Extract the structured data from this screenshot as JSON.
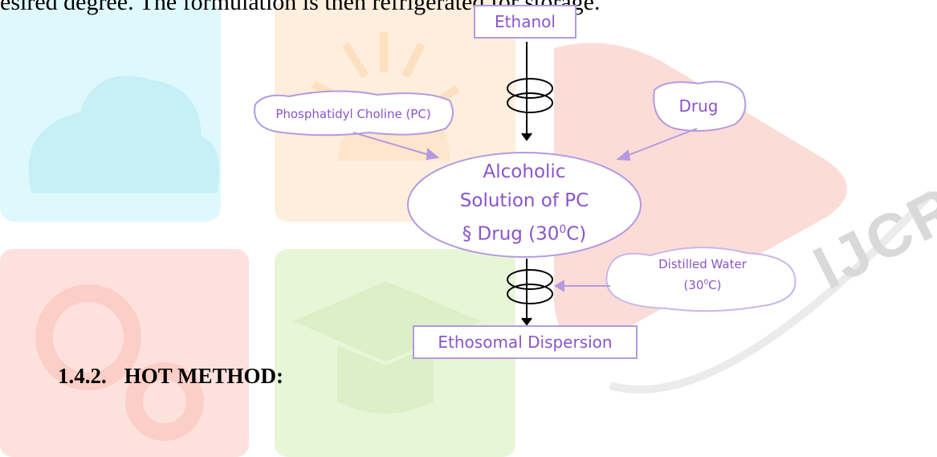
{
  "text": {
    "lead_line": "esired degree. The formulation is then refrigerated for storage.",
    "heading_number": "1.4.2.",
    "heading_title": "HOT METHOD:"
  },
  "diagram": {
    "ethanol": "Ethanol",
    "phosphatidyl_choline": "Phosphatidyl Choline (PC)",
    "drug": "Drug",
    "solution_line1": "Alcoholic",
    "solution_line2": "Solution of PC",
    "solution_line3": "§ Drug (30",
    "solution_degree": "0",
    "solution_suffix": "C)",
    "water_line1": "Distilled Water",
    "water_line2_prefix": "(30",
    "water_degree": "0",
    "water_line2_suffix": "C)",
    "dispersion": "Ethosomal Dispersion"
  },
  "watermark": {
    "text": "IJCRT"
  },
  "colors": {
    "accent_text": "#8a55c9",
    "arrow": "#b49ae0",
    "bg_cyan": "#d6f6fb",
    "bg_orange": "#fde6c8",
    "bg_red": "#fbd9d4",
    "bg_green": "#dff2c7"
  }
}
